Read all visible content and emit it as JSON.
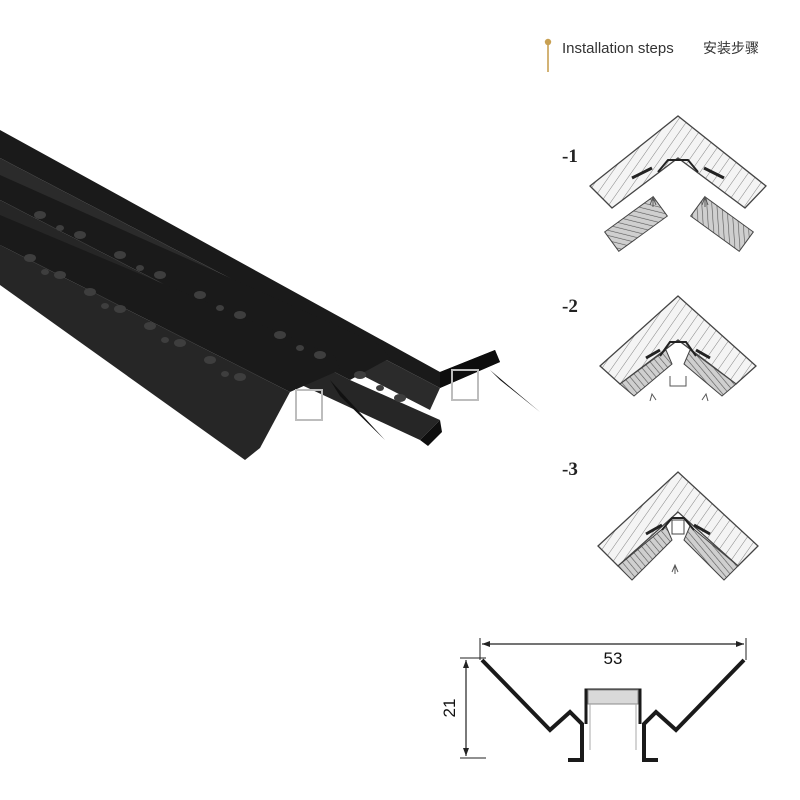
{
  "header": {
    "title": "Installation steps",
    "title_cn": "安装步骤",
    "pin_icon": "pin-icon",
    "accent_color": "#c8a052"
  },
  "steps": [
    {
      "label": "-1"
    },
    {
      "label": "-2"
    },
    {
      "label": "-3"
    }
  ],
  "dimensions": {
    "width": "53",
    "height": "21"
  },
  "colors": {
    "profile": "#151515",
    "profile_light": "#3a3a3a",
    "aluminum": "#c9c9c9",
    "wall_hatch": "#555555"
  }
}
